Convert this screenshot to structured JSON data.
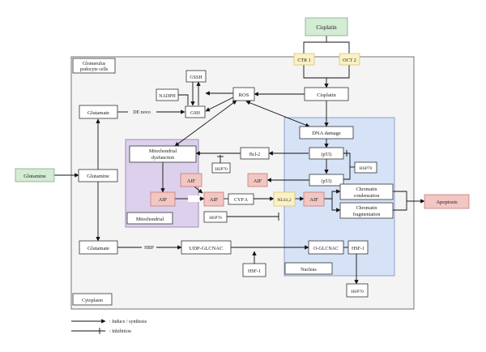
{
  "colors": {
    "green_fill": "#d4ebd4",
    "green_stroke": "#7fae7f",
    "yellow_fill": "#fbf1c4",
    "yellow_stroke": "#d8c57a",
    "red_fill": "#f2c6c2",
    "red_stroke": "#c77a73",
    "mito_region": "#ddd0ec",
    "nucleus_region": "#d6e2f6",
    "cell_region": "#f4f4f4"
  },
  "regions": {
    "cell_label_line1": "Glomerulus",
    "cell_label_line2": "podocyte cells",
    "cytoplasm": "Cytoplasm",
    "mitochondrial": "Mitochondrial",
    "nucleus": "Nucleus"
  },
  "nodes": {
    "cisplatin_top": "Cisplatin",
    "ctr1": "CTR 1",
    "oct2": "OCT 2",
    "cisplatin_inner": "Cisplatin",
    "gssh": "GSSH",
    "nadph": "NADPH",
    "gsh": "GSH",
    "de_novo": "DE novo",
    "ros": "ROS",
    "glutamate_top": "Glutamate",
    "dna_damage": "DNA damage",
    "mito_dysfunction_line1": "Mitochondrial",
    "mito_dysfunction_line2": "dysfunction",
    "bcl2": "Bcl-2",
    "p53_1": "(p53)",
    "hsp70_a": "HSP70",
    "hsp70_b": "HSP70",
    "p53_2": "(p53)",
    "aif_a": "AIF",
    "aif_b": "AIF",
    "glutamine_ext": "Glutamine",
    "glutamine_inner": "Glutamine",
    "aif_c": "AIF",
    "aif_d": "AIF",
    "cypa": "CYP A",
    "nls12": "NLS1,2",
    "aif_e": "AIF",
    "chromatin_cond_line1": "Chromatin",
    "chromatin_cond_line2": "condensation",
    "chromatin_frag_line1": "Chromatin",
    "chromatin_frag_line2": "fragmentation",
    "apoptosis": "Apoptosis",
    "hsp70_c": "HSP70",
    "glutamate_bottom": "Glutamate",
    "hbp": "HBP",
    "udp_glcnac": "UDP-GLCNAC",
    "o_glcnac": "O-GLCNAC",
    "hsf1_a": "HSF-1",
    "hsf1_b": "HSF-1",
    "hsp70_d": "HSP70"
  },
  "legend": {
    "induce": ": Induce / synthesis",
    "inhibit": ": Inhibition"
  }
}
